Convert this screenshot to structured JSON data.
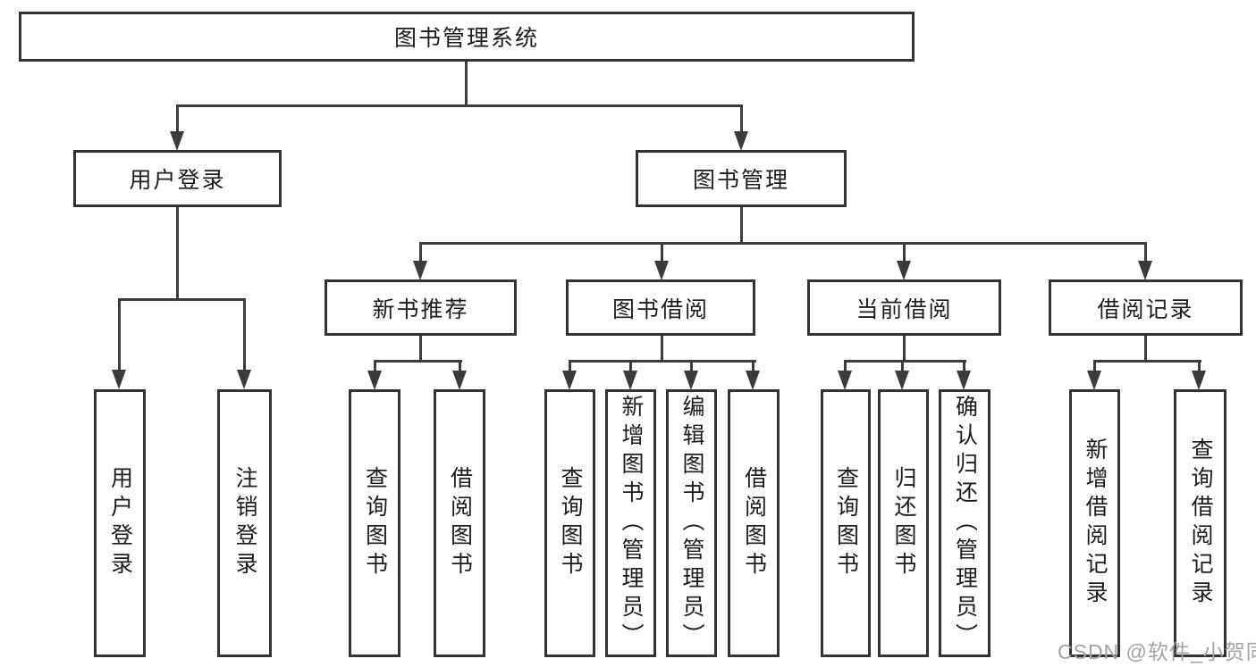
{
  "nodes": {
    "root": "图书管理系统",
    "level2": [
      "用户登录",
      "图书管理"
    ],
    "level3": [
      "新书推荐",
      "图书借阅",
      "当前借阅",
      "借阅记录"
    ],
    "leaves": [
      "用户登录",
      "注销登录",
      "查询图书",
      "借阅图书",
      "查询图书",
      "新增图书（管理员）",
      "编辑图书（管理员）",
      "借阅图书",
      "查询图书",
      "归还图书",
      "确认归还（管理员）",
      "新增借阅记录",
      "查询借阅记录"
    ]
  },
  "hierarchy": {
    "图书管理系统": {
      "用户登录": [
        "用户登录",
        "注销登录"
      ],
      "图书管理": {
        "新书推荐": [
          "查询图书",
          "借阅图书"
        ],
        "图书借阅": [
          "查询图书",
          "新增图书（管理员）",
          "编辑图书（管理员）",
          "借阅图书"
        ],
        "当前借阅": [
          "查询图书",
          "归还图书",
          "确认归还（管理员）"
        ],
        "借阅记录": [
          "新增借阅记录",
          "查询借阅记录"
        ]
      }
    }
  },
  "watermark": "CSDN @软件_小贺同学",
  "colors": {
    "line": "#3b3b3b",
    "box_border": "#333333",
    "text": "#1c1c1c",
    "watermark": "#a3a3a3",
    "background": "#ffffff"
  }
}
